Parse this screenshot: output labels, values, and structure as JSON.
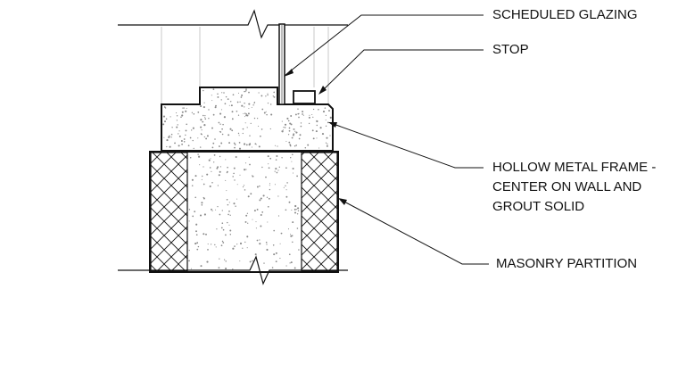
{
  "callouts": {
    "scheduled_glazing": "SCHEDULED GLAZING",
    "stop": "STOP",
    "hollow_metal_frame": [
      "HOLLOW METAL FRAME -",
      "CENTER ON WALL AND",
      "GROUT SOLID"
    ],
    "masonry_partition": "MASONRY PARTITION"
  },
  "colors": {
    "linework": "#111111",
    "stipple": "#8a8a8a",
    "background": "#ffffff"
  }
}
